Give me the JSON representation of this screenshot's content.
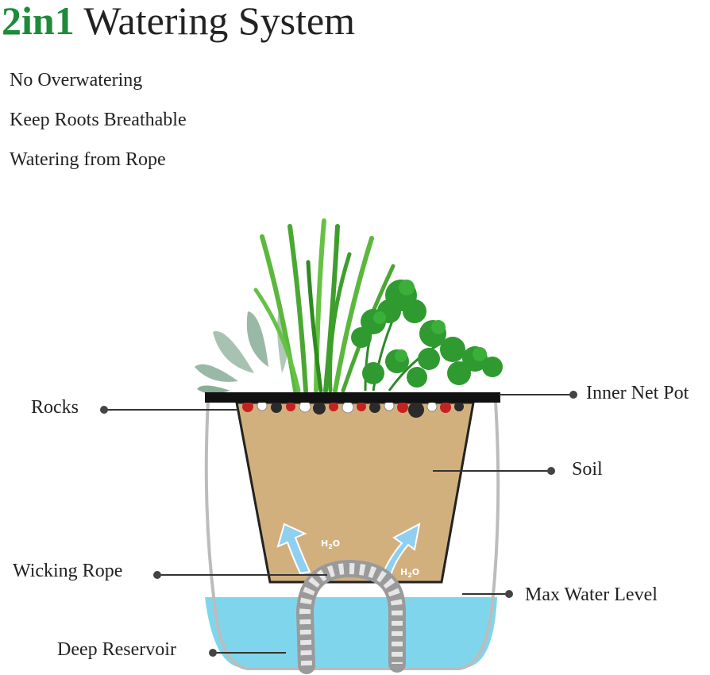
{
  "title": {
    "brand": "2in1",
    "rest": "Watering System"
  },
  "features": [
    "No Overwatering",
    "Keep Roots Breathable",
    "Watering from Rope"
  ],
  "labels": {
    "rocks": "Rocks",
    "inner_net_pot": "Inner Net Pot",
    "soil": "Soil",
    "wicking_rope": "Wicking Rope",
    "max_water_level": "Max Water Level",
    "deep_reservoir": "Deep Reservoir"
  },
  "h2o": {
    "main": "H",
    "sub": "2",
    "tail": "O"
  },
  "colors": {
    "brand_green": "#1e8a3a",
    "soil": "#d2b07e",
    "water": "#7fd6ec",
    "pot_outline": "#bbbbbb",
    "leader_line": "#333333"
  }
}
